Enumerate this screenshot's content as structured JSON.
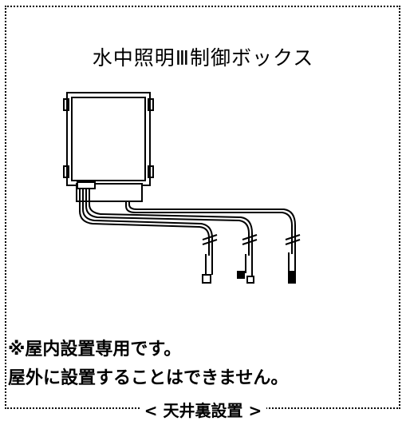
{
  "title": "水中照明Ⅲ制御ボックス",
  "notes": [
    "※屋内設置専用です。",
    "屋外に設置することはできません。"
  ],
  "footer_label": "< 天井裏設置 >"
}
